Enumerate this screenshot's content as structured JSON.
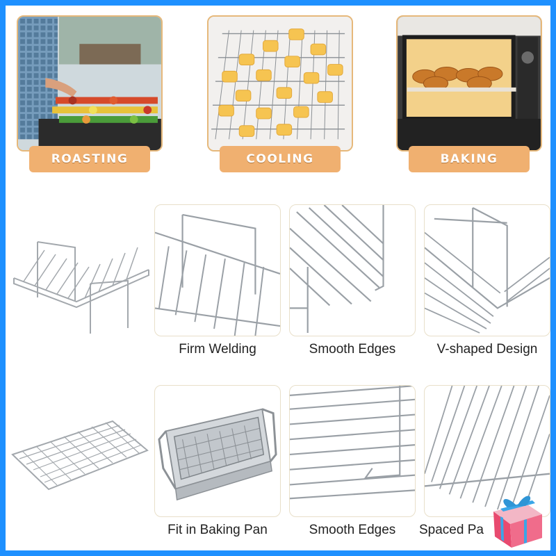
{
  "usage": [
    {
      "label": "ROASTING"
    },
    {
      "label": "COOLING"
    },
    {
      "label": "BAKING"
    }
  ],
  "features": [
    {
      "caption": "Firm Welding"
    },
    {
      "caption": "Smooth Edges"
    },
    {
      "caption": "V-shaped Design"
    },
    {
      "caption": "Fit in Baking Pan"
    },
    {
      "caption": "Smooth Edges"
    },
    {
      "caption": "Spaced Pa"
    }
  ],
  "colors": {
    "border": "#1e90ff",
    "label_bg": "#f0b070",
    "tile_border": "#e8dfc9",
    "wire": "#9aa0a6"
  },
  "icons": [
    "gift-icon"
  ]
}
